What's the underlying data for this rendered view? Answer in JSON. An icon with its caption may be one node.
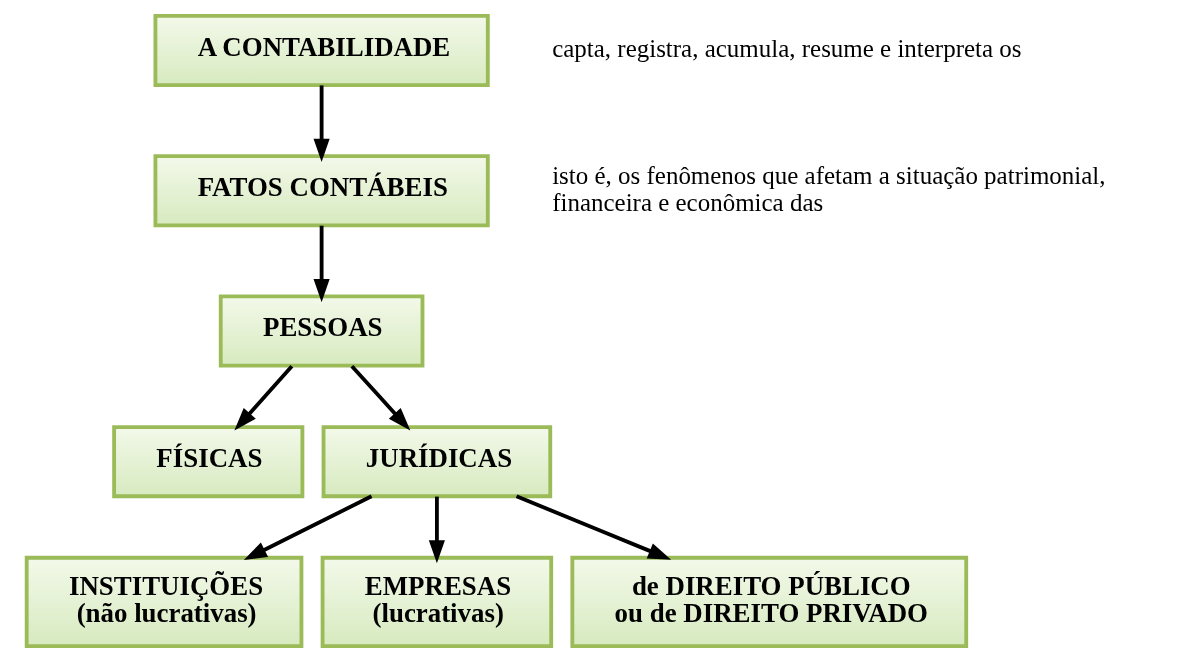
{
  "diagram": {
    "nodes": [
      {
        "text": [
          "A CONTABILIDADE"
        ],
        "beside": [
          "capta, registra, acumula, resume e interpreta os"
        ]
      },
      {
        "text": [
          "FATOS CONTÁBEIS"
        ],
        "beside": [
          "isto é, os fenômenos que afetam a situação patrimonial, financeira e econômica das"
        ]
      },
      {
        "text": [
          "PESSOAS"
        ]
      },
      {
        "text": [
          "FÍSICAS"
        ]
      },
      {
        "text": [
          "JURÍDICAS"
        ]
      },
      {
        "text": [
          "INSTITUIÇÕES",
          "(não lucrativas)"
        ]
      },
      {
        "text": [
          "EMPRESAS",
          "(lucrativas)"
        ]
      },
      {
        "text": [
          "de DIREITO PÚBLICO",
          "ou de DIREITO PRIVADO"
        ]
      }
    ],
    "edges": [
      {
        "from": 0,
        "to": 1,
        "arrow": "to"
      },
      {
        "from": 1,
        "to": 2,
        "arrow": "to"
      },
      {
        "from": 2,
        "to": 3,
        "arrow": "to"
      },
      {
        "from": 2,
        "to": 4,
        "arrow": "to"
      },
      {
        "from": 4,
        "to": 5,
        "arrow": "to"
      },
      {
        "from": 4,
        "to": 6,
        "arrow": "to"
      },
      {
        "from": 4,
        "to": 7,
        "arrow": "to"
      }
    ]
  }
}
